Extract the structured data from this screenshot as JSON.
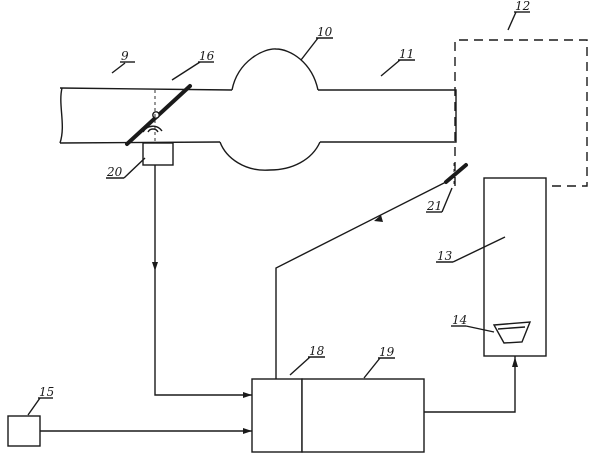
{
  "diagram": {
    "labels": {
      "l9": "9",
      "l10": "10",
      "l11": "11",
      "l12": "12",
      "l13": "13",
      "l14": "14",
      "l15": "15",
      "l16": "16",
      "l18": "18",
      "l19": "19",
      "l20": "20",
      "l21": "21"
    }
  }
}
